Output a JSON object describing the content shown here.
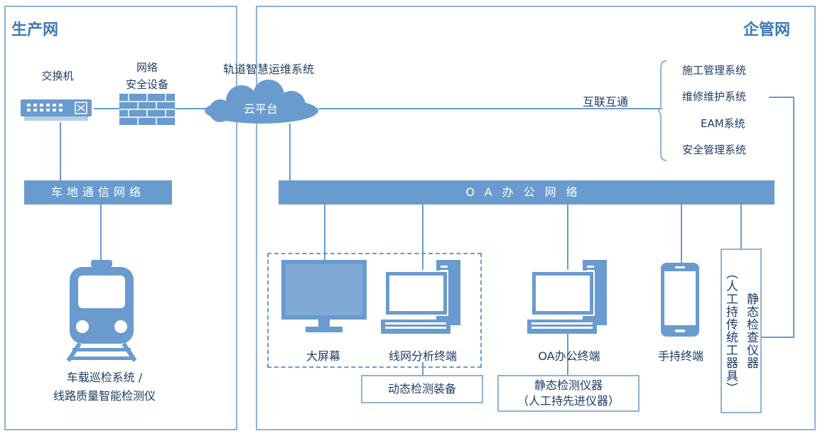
{
  "zones": {
    "production": "生产网",
    "enterprise": "企管网"
  },
  "production": {
    "switch_label": "交换机",
    "security_label_1": "网络",
    "security_label_2": "安全设备",
    "vehicle_network": "车地通信网络",
    "train_label_1": "车载巡检系统 /",
    "train_label_2": "线路质量智能检测仪"
  },
  "cloud": {
    "system_name": "轨道智慧运维系统",
    "label": "云平台"
  },
  "interconnect_label": "互联互通",
  "systems": [
    "施工管理系统",
    "维修维护系统",
    "EAM系统",
    "安全管理系统"
  ],
  "oa_network": "OA办公网络",
  "terminals": {
    "big_screen": "大屏幕",
    "line_analysis": "线网分析终端",
    "oa_terminal": "OA办公终端",
    "handheld": "手持终端"
  },
  "boxes": {
    "dynamic": "动态检测装备",
    "static_advanced_1": "静态检测仪器",
    "static_advanced_2": "（人工持先进仪器）",
    "static_traditional_main": "静态检查仪器",
    "static_traditional_sub": "（人工持传统工器具）"
  },
  "colors": {
    "accent": "#6a9bcf",
    "border": "#8fb2d3",
    "title": "#3f79b5"
  }
}
